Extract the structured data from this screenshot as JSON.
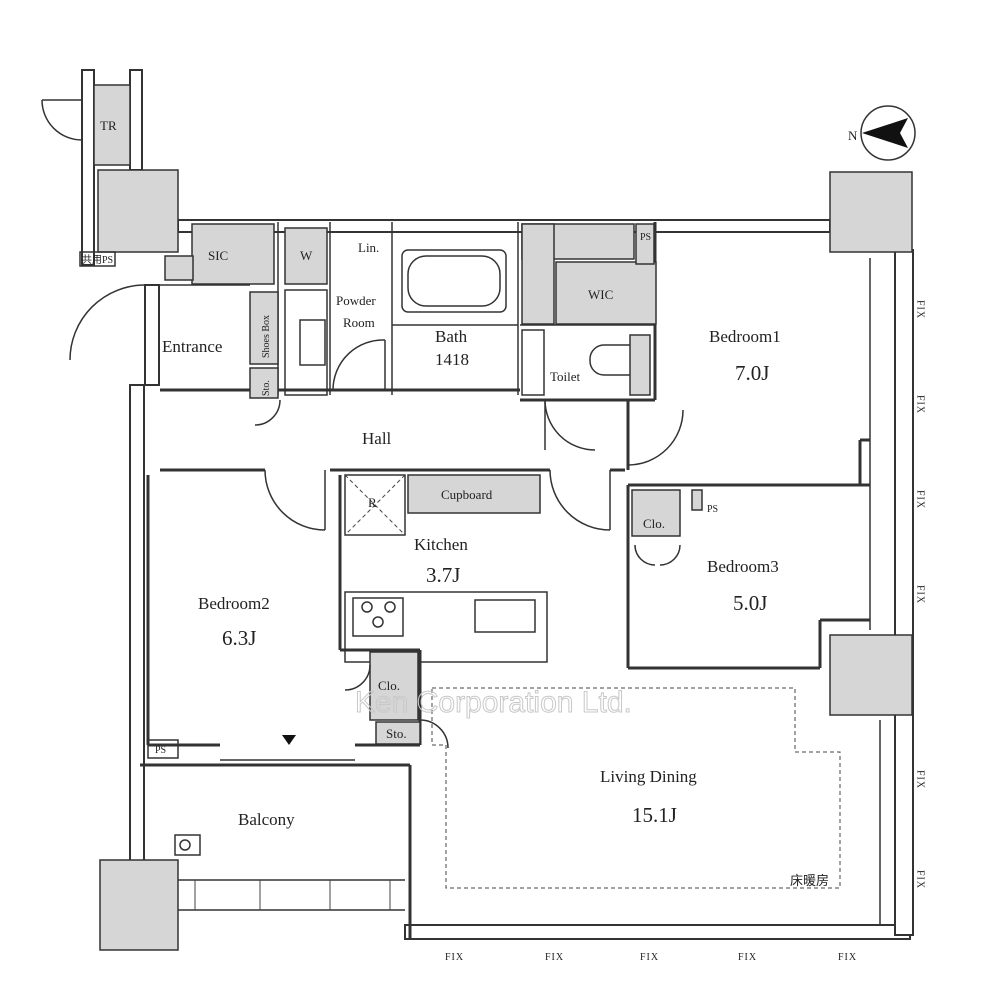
{
  "rooms": {
    "tr": "TR",
    "kyoyo_ps": "共用PS",
    "sic": "SIC",
    "w": "W",
    "lin": "Lin.",
    "powder": "Powder",
    "room": "Room",
    "shoes_box": "Shoes Box",
    "sto1": "Sto.",
    "entrance": "Entrance",
    "bath": "Bath",
    "bath_size": "1418",
    "wic": "WIC",
    "ps1": "PS",
    "toilet": "Toilet",
    "bedroom1": "Bedroom1",
    "bedroom1_area": "7.0J",
    "hall": "Hall",
    "r": "R",
    "cupboard": "Cupboard",
    "kitchen": "Kitchen",
    "kitchen_area": "3.7J",
    "clo1": "Clo.",
    "ps2": "PS",
    "bedroom3": "Bedroom3",
    "bedroom3_area": "5.0J",
    "bedroom2": "Bedroom2",
    "bedroom2_area": "6.3J",
    "clo2": "Clo.",
    "sto2": "Sto.",
    "ps3": "PS",
    "living": "Living Dining",
    "living_area": "15.1J",
    "balcony": "Balcony",
    "floor_heating": "床暖房"
  },
  "fix_label": "FIX",
  "compass_label": "N",
  "watermark": "Ken Corporation Ltd."
}
